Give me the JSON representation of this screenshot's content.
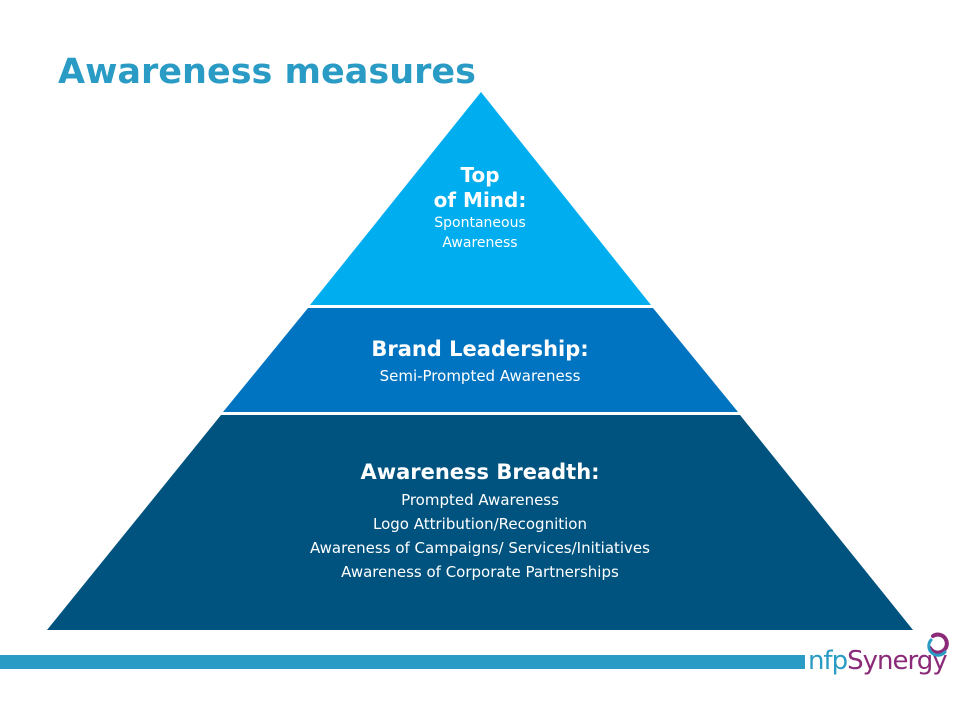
{
  "title": "Awareness measures",
  "pyramid": {
    "top": {
      "heading_line1": "Top",
      "heading_line2": "of Mind:",
      "lines": [
        "Spontaneous",
        "Awareness"
      ],
      "color": "#00adee"
    },
    "middle": {
      "heading": "Brand Leadership:",
      "lines": [
        "Semi-Prompted Awareness"
      ],
      "color": "#0074c1"
    },
    "bottom": {
      "heading": "Awareness Breadth:",
      "lines": [
        "Prompted Awareness",
        "Logo Attribution/Recognition",
        "Awareness of Campaigns/ Services/Initiatives",
        "Awareness of Corporate Partnerships"
      ],
      "color": "#00537f"
    }
  },
  "footer": {
    "bar_color": "#2a9bc4",
    "logo": {
      "part1": "nfp",
      "part2": "Synergy"
    }
  }
}
